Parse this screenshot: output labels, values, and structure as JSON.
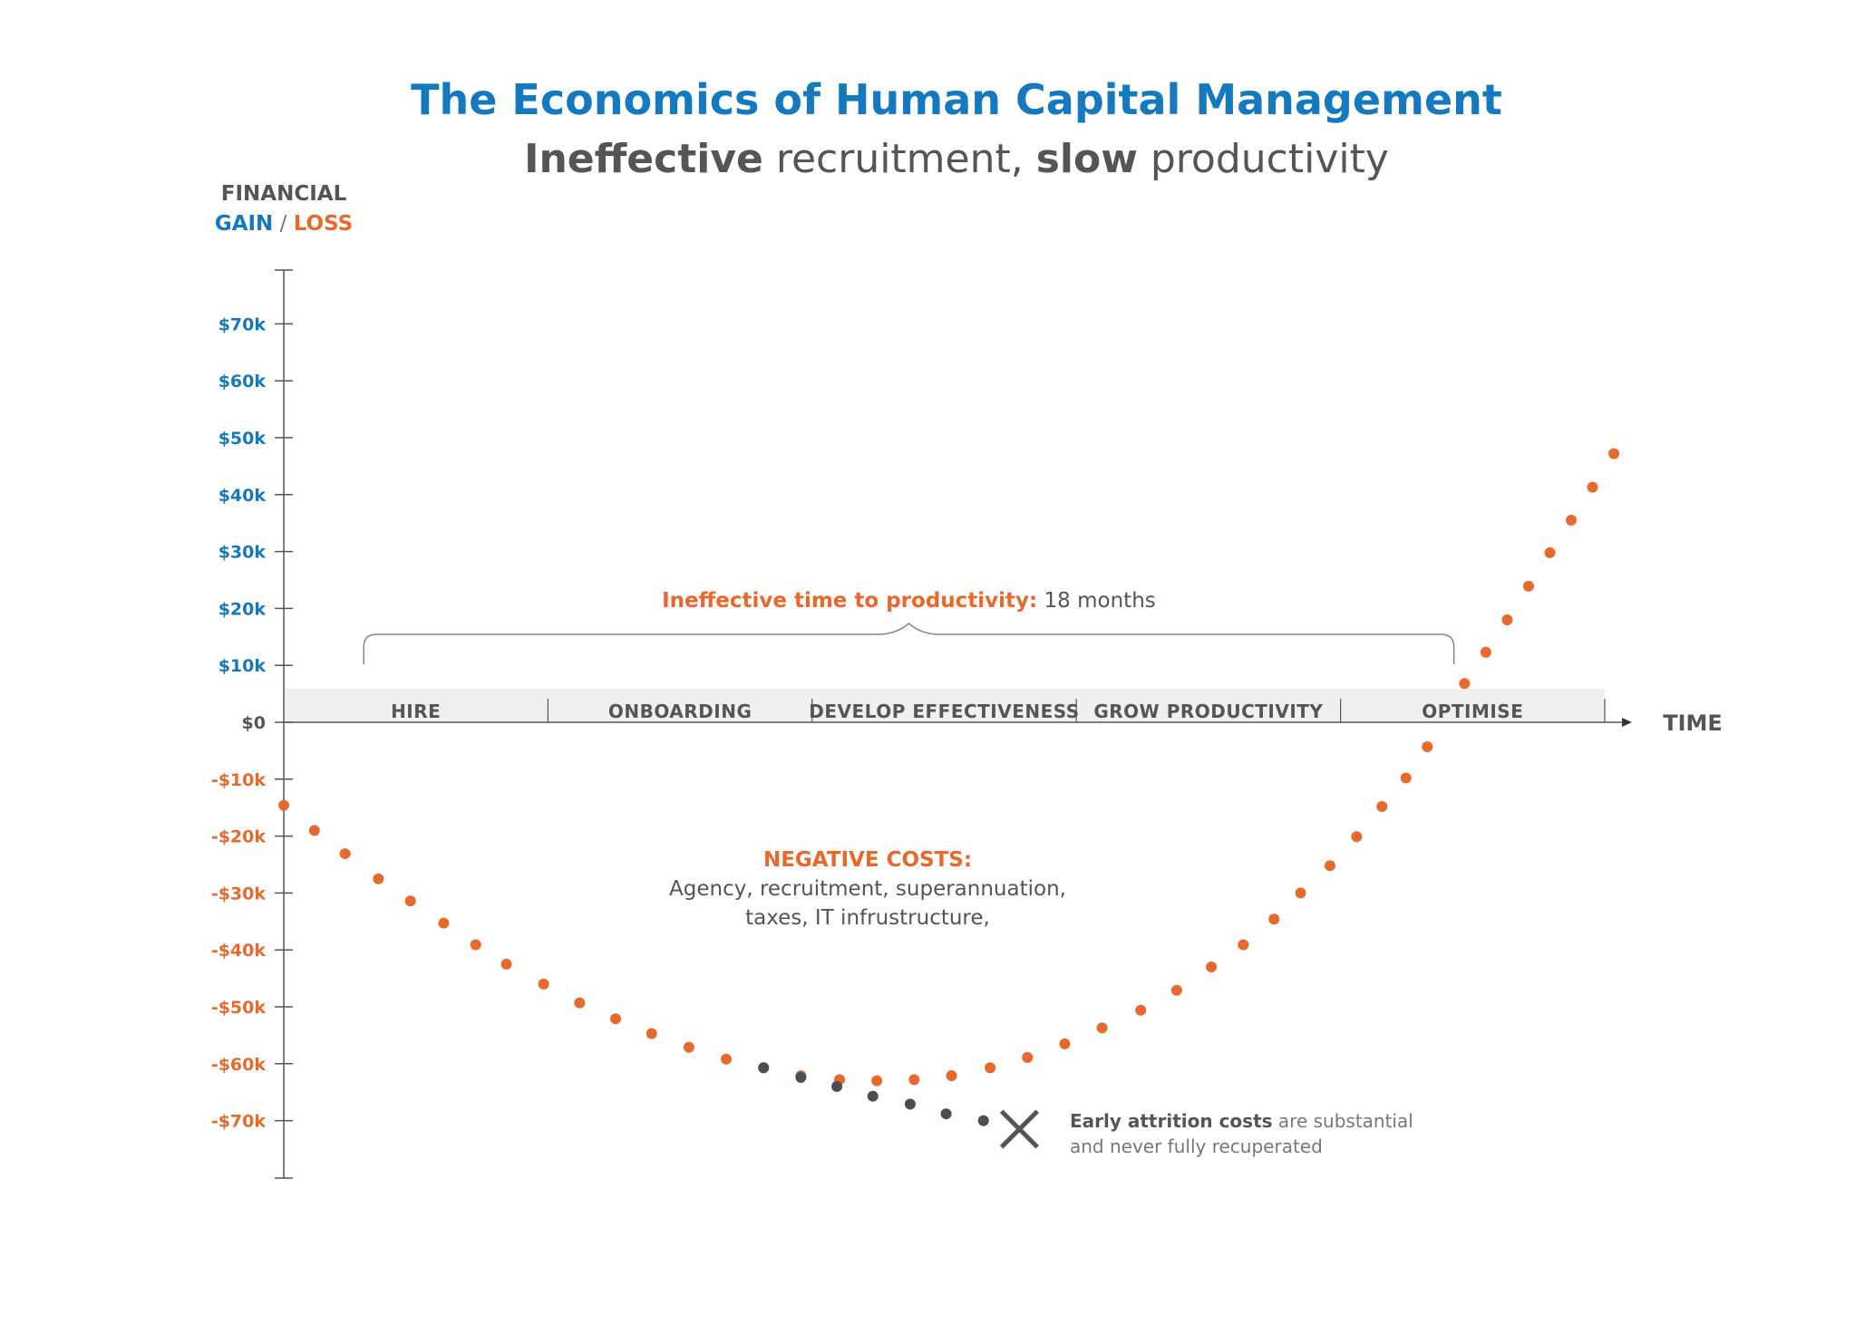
{
  "colors": {
    "gain": "#1479bf",
    "loss": "#e8692c",
    "text": "#555555",
    "attrition": "#4d4d4d",
    "phase_band": "#f0f0f0"
  },
  "chart_data": {
    "type": "scatter",
    "title": "The Economics of Human Capital Management",
    "subtitle": {
      "part1_bold": "Ineffective",
      "part2": " recruitment, ",
      "part3_bold": "slow",
      "part4": " productivity"
    },
    "ylabel": {
      "line1": "FINANCIAL",
      "gain": "GAIN",
      "sep": " / ",
      "loss": "LOSS"
    },
    "xlabel": "TIME",
    "ylim": [
      -80,
      80
    ],
    "xlim": [
      0,
      100
    ],
    "y_ticks": [
      {
        "value": 70,
        "label": "$70k"
      },
      {
        "value": 60,
        "label": "$60k"
      },
      {
        "value": 50,
        "label": "$50k"
      },
      {
        "value": 40,
        "label": "$40k"
      },
      {
        "value": 30,
        "label": "$30k"
      },
      {
        "value": 20,
        "label": "$20k"
      },
      {
        "value": 10,
        "label": "$10k"
      },
      {
        "value": 0,
        "label": "$0"
      },
      {
        "value": -10,
        "label": "-$10k"
      },
      {
        "value": -20,
        "label": "-$20k"
      },
      {
        "value": -30,
        "label": "-$30k"
      },
      {
        "value": -40,
        "label": "-$40k"
      },
      {
        "value": -50,
        "label": "-$50k"
      },
      {
        "value": -60,
        "label": "-$60k"
      },
      {
        "value": -70,
        "label": "-$70k"
      }
    ],
    "phases": [
      "HIRE",
      "ONBOARDING",
      "DEVELOP EFFECTIVENESS",
      "GROW PRODUCTIVITY",
      "OPTIMISE"
    ],
    "series": [
      {
        "key": "main",
        "points": [
          [
            0,
            -14.6
          ],
          [
            2.3,
            -19.0
          ],
          [
            4.6,
            -23.1
          ],
          [
            7.1,
            -27.5
          ],
          [
            9.5,
            -31.4
          ],
          [
            12.0,
            -35.3
          ],
          [
            14.4,
            -39.1
          ],
          [
            16.7,
            -42.5
          ],
          [
            19.5,
            -46.0
          ],
          [
            22.2,
            -49.3
          ],
          [
            24.9,
            -52.1
          ],
          [
            27.6,
            -54.7
          ],
          [
            30.4,
            -57.1
          ],
          [
            33.2,
            -59.2
          ],
          [
            36.0,
            -60.7
          ],
          [
            38.8,
            -62.1
          ],
          [
            41.7,
            -62.8
          ],
          [
            44.5,
            -63.0
          ],
          [
            47.3,
            -62.8
          ],
          [
            50.1,
            -62.1
          ],
          [
            53.0,
            -60.7
          ],
          [
            55.8,
            -58.9
          ],
          [
            58.6,
            -56.5
          ],
          [
            61.4,
            -53.7
          ],
          [
            64.3,
            -50.6
          ],
          [
            67.0,
            -47.1
          ],
          [
            69.6,
            -43.0
          ],
          [
            72.0,
            -39.1
          ],
          [
            74.3,
            -34.6
          ],
          [
            76.3,
            -30.0
          ],
          [
            78.5,
            -25.2
          ],
          [
            80.5,
            -20.1
          ],
          [
            82.4,
            -14.8
          ],
          [
            84.2,
            -9.8
          ],
          [
            85.8,
            -4.3
          ],
          [
            88.6,
            6.8
          ],
          [
            90.2,
            12.3
          ],
          [
            91.8,
            18.0
          ],
          [
            93.4,
            23.9
          ],
          [
            95.0,
            29.8
          ],
          [
            96.6,
            35.5
          ],
          [
            98.2,
            41.3
          ],
          [
            99.8,
            47.2
          ]
        ]
      },
      {
        "key": "attrition",
        "points": [
          [
            36.0,
            -60.7
          ],
          [
            38.8,
            -62.4
          ],
          [
            41.5,
            -64.0
          ],
          [
            44.2,
            -65.7
          ],
          [
            47.0,
            -67.1
          ],
          [
            49.7,
            -68.8
          ],
          [
            52.5,
            -70.0
          ]
        ],
        "end_marker": [
          55.2,
          -71.5
        ]
      }
    ],
    "annotations": {
      "time_to_productivity": {
        "label": "Ineffective time to productivity:",
        "value": " 18 months",
        "range": [
          6,
          87.8
        ]
      },
      "negative_costs": {
        "heading": "NEGATIVE COSTS:",
        "line1": "Agency, recruitment, superannuation,",
        "line2": "taxes, IT infrustructure,"
      },
      "attrition_note": {
        "bold": "Early attrition costs",
        "line1_rest": " are substantial",
        "line2": "and never fully recuperated"
      }
    }
  }
}
